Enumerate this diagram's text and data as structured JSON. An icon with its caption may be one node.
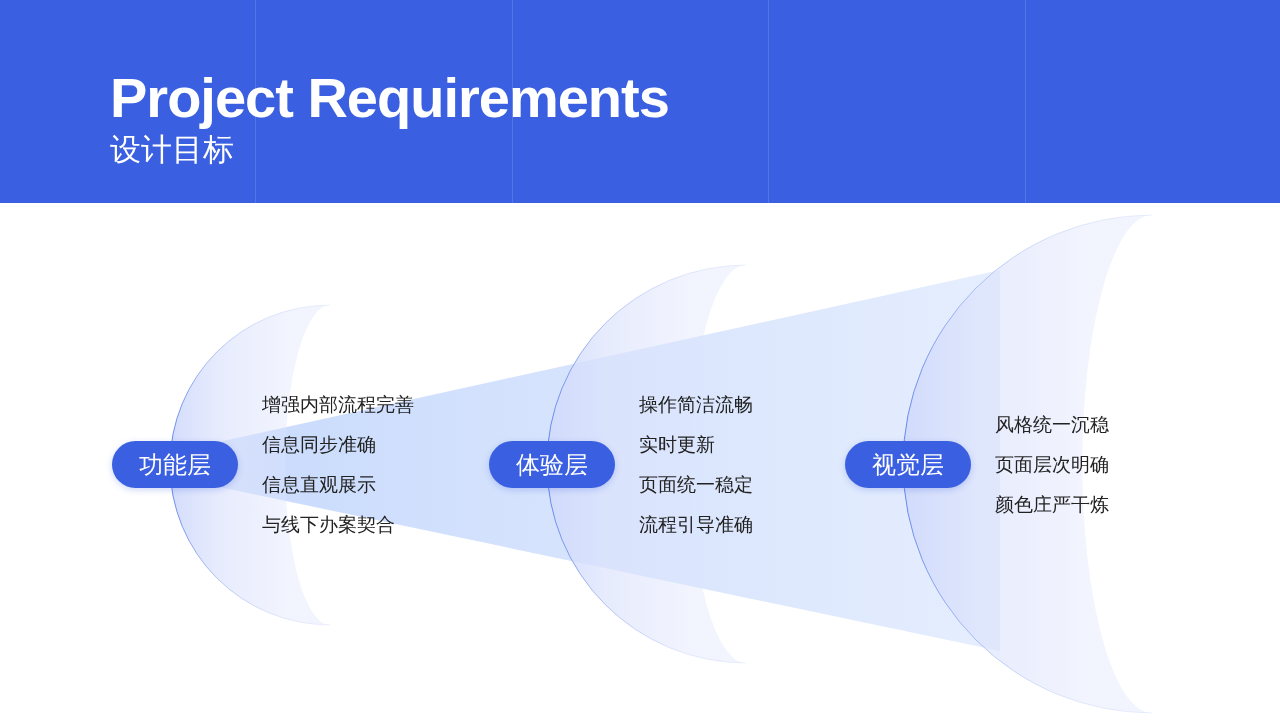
{
  "diagram": {
    "title": "Project Requirements",
    "nodes": [
      {
        "text": [
          "功能层"
        ],
        "beside": [
          "增强内部流程完善",
          "信息同步准确",
          "信息直观展示",
          "与线下办案契合"
        ]
      },
      {
        "text": [
          "体验层"
        ],
        "beside": [
          "操作简洁流畅",
          "实时更新",
          "页面统一稳定",
          "流程引导准确"
        ]
      },
      {
        "text": [
          "视觉层"
        ],
        "beside": [
          "风格统一沉稳",
          "页面层次明确",
          "颜色庄严干炼"
        ]
      }
    ],
    "labels": [
      "设计目标"
    ]
  }
}
